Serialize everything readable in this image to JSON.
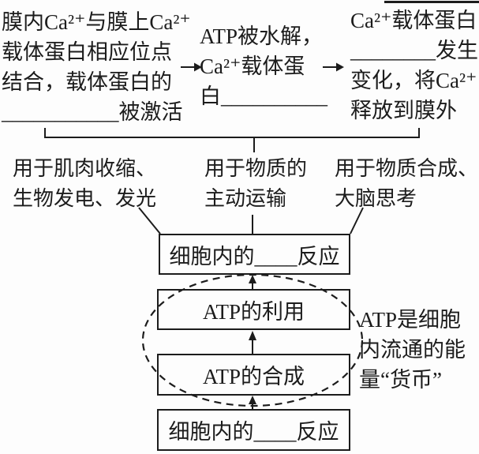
{
  "colors": {
    "ink": "#1c1c1c",
    "background": "#fdfdfd"
  },
  "flow_steps": {
    "step1": {
      "line1": "膜内Ca²⁺与膜上Ca²⁺",
      "line2": "载体蛋白相应位点",
      "line3": "结合，载体蛋白的",
      "line4": "___________被激活"
    },
    "step2": {
      "line1": "ATP被水解，",
      "line2": "Ca²⁺载体蛋",
      "line3": "白__________"
    },
    "step3": {
      "line1": "Ca²⁺载体蛋白",
      "line2": "________发生",
      "line3": "变化，将Ca²⁺",
      "line4": "释放到膜外"
    }
  },
  "uses": {
    "muscle": {
      "line1": "用于肌肉收缩、",
      "line2": "生物发电、发光"
    },
    "transport": {
      "line1": "用于物质的",
      "line2": "主动运输"
    },
    "synthesis": {
      "line1": "用于物质合成、",
      "line2": "大脑思考"
    }
  },
  "boxes": {
    "reaction_top": "细胞内的____反应",
    "atp_use": "ATP的利用",
    "atp_synthesis": "ATP的合成",
    "reaction_bottom": "细胞内的____反应"
  },
  "note": {
    "line1": "ATP是细胞",
    "line2": "内流通的能",
    "line3": "量“货币”"
  }
}
